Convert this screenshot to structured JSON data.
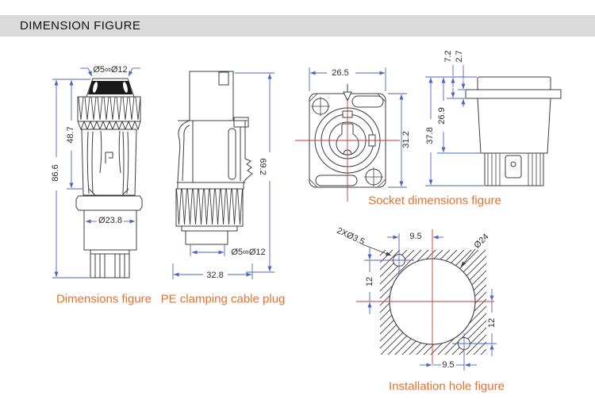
{
  "header": {
    "title": "DIMENSION FIGURE"
  },
  "colors": {
    "header_bg": "#dadada",
    "outline": "#3d3d3d",
    "dimension_blue": "#4a66c2",
    "centerline_red": "#c03a3a",
    "caption_orange": "#e8702e"
  },
  "figures": {
    "plug": {
      "caption": "Dimensions figure",
      "cable_range": "Ø5∞Ø12",
      "upper_height": "48.7",
      "total_height": "86.6",
      "body_diameter": "Ø23.8"
    },
    "pe_plug": {
      "caption": "PE clamping cable plug",
      "total_height": "69.2",
      "cable_range": "Ø5∞Ø12",
      "total_width": "32.8"
    },
    "socket": {
      "caption": "Socket dimensions figure",
      "flange_width": "26.5",
      "flange_height": "31.2",
      "total_depth": "37.8",
      "body_depth": "26.9",
      "front_depth": "7.2",
      "flange_thickness": "2.7"
    },
    "installation": {
      "caption": "Installation hole figure",
      "screw_holes": "2XØ3.5",
      "hole_diameter": "Ø24",
      "offset_top": "9.5",
      "offset_left": "12",
      "offset_right": "12",
      "offset_bottom": "9.5"
    }
  }
}
